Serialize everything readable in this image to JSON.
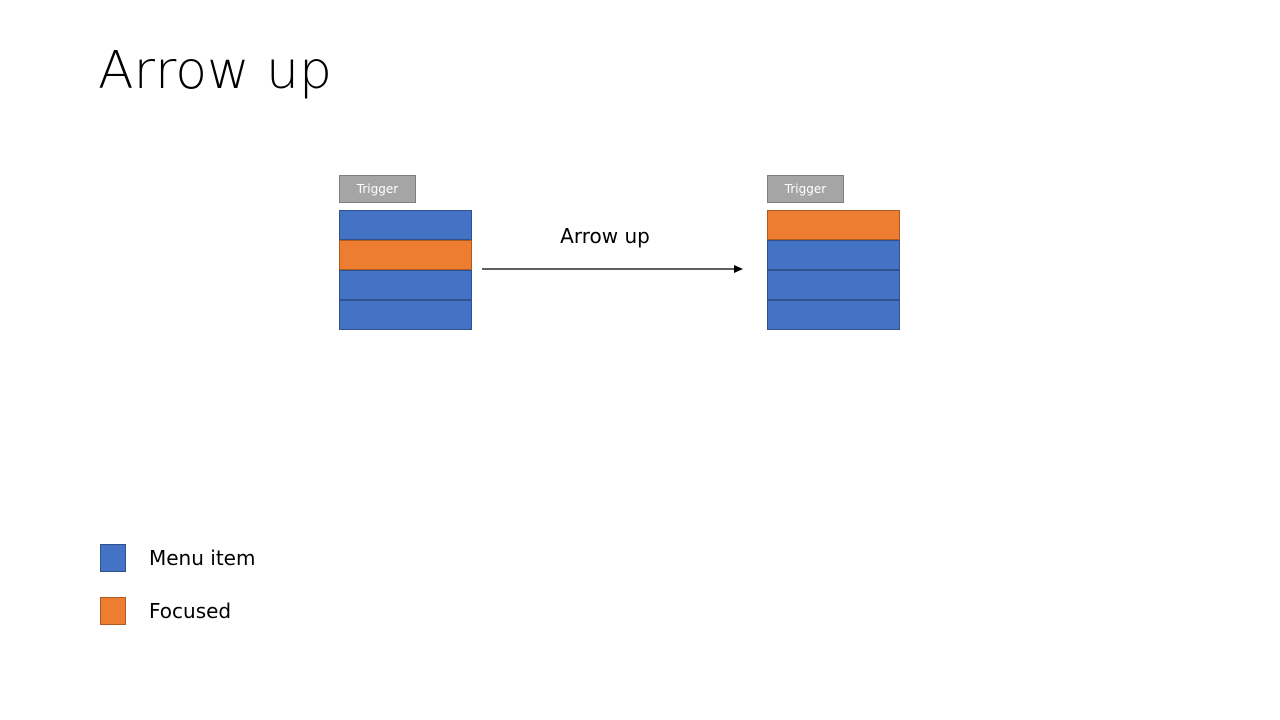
{
  "title": "Arrow up",
  "colors": {
    "menu_item": "#4472c4",
    "focused": "#ed7d31",
    "trigger": "#a5a5a5"
  },
  "before": {
    "trigger_label": "Trigger",
    "items": [
      "menu_item",
      "focused",
      "menu_item",
      "menu_item"
    ]
  },
  "after": {
    "trigger_label": "Trigger",
    "items": [
      "focused",
      "menu_item",
      "menu_item",
      "menu_item"
    ]
  },
  "transition": {
    "label": "Arrow up"
  },
  "legend": {
    "menu_item_label": "Menu item",
    "focused_label": "Focused"
  }
}
